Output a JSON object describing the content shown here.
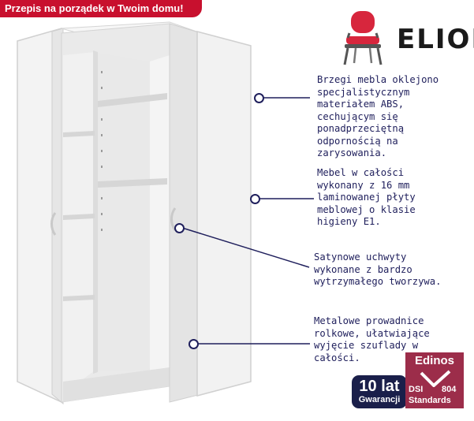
{
  "banner": {
    "text": "Przepis na porządek w Twoim domu!"
  },
  "brand": {
    "name": "ELIOR",
    "icon": "chair-icon",
    "color": "#d7263d"
  },
  "callouts": [
    {
      "lines": [
        "Brzegi mebla oklejono",
        "specjalistycznym",
        "materiałem ABS,",
        "cechującym się",
        "ponadprzeciętną",
        "odpornością na",
        "zarysowania."
      ]
    },
    {
      "lines": [
        "Mebel w całości",
        "wykonany z 16 mm",
        "laminowanej płyty",
        "meblowej o klasie",
        "higieny E1."
      ]
    },
    {
      "lines": [
        "Satynowe uchwyty",
        "wykonane z bardzo",
        "wytrzymałego tworzywa."
      ]
    },
    {
      "lines": [
        "Metalowe prowadnice",
        "rolkowe, ułatwiające",
        "wyjęcie szuflady w",
        "całości."
      ]
    }
  ],
  "warranty": {
    "years": "10 lat",
    "label": "Gwarancji"
  },
  "certification": {
    "name": "Edinos",
    "dsi": "DSI",
    "code": "804",
    "label": "Standards"
  },
  "colors": {
    "banner": "#c8102e",
    "callout_text": "#1f1f5c",
    "warranty_bg": "#1a1f4a",
    "cert_bg": "#9c2d4a"
  }
}
